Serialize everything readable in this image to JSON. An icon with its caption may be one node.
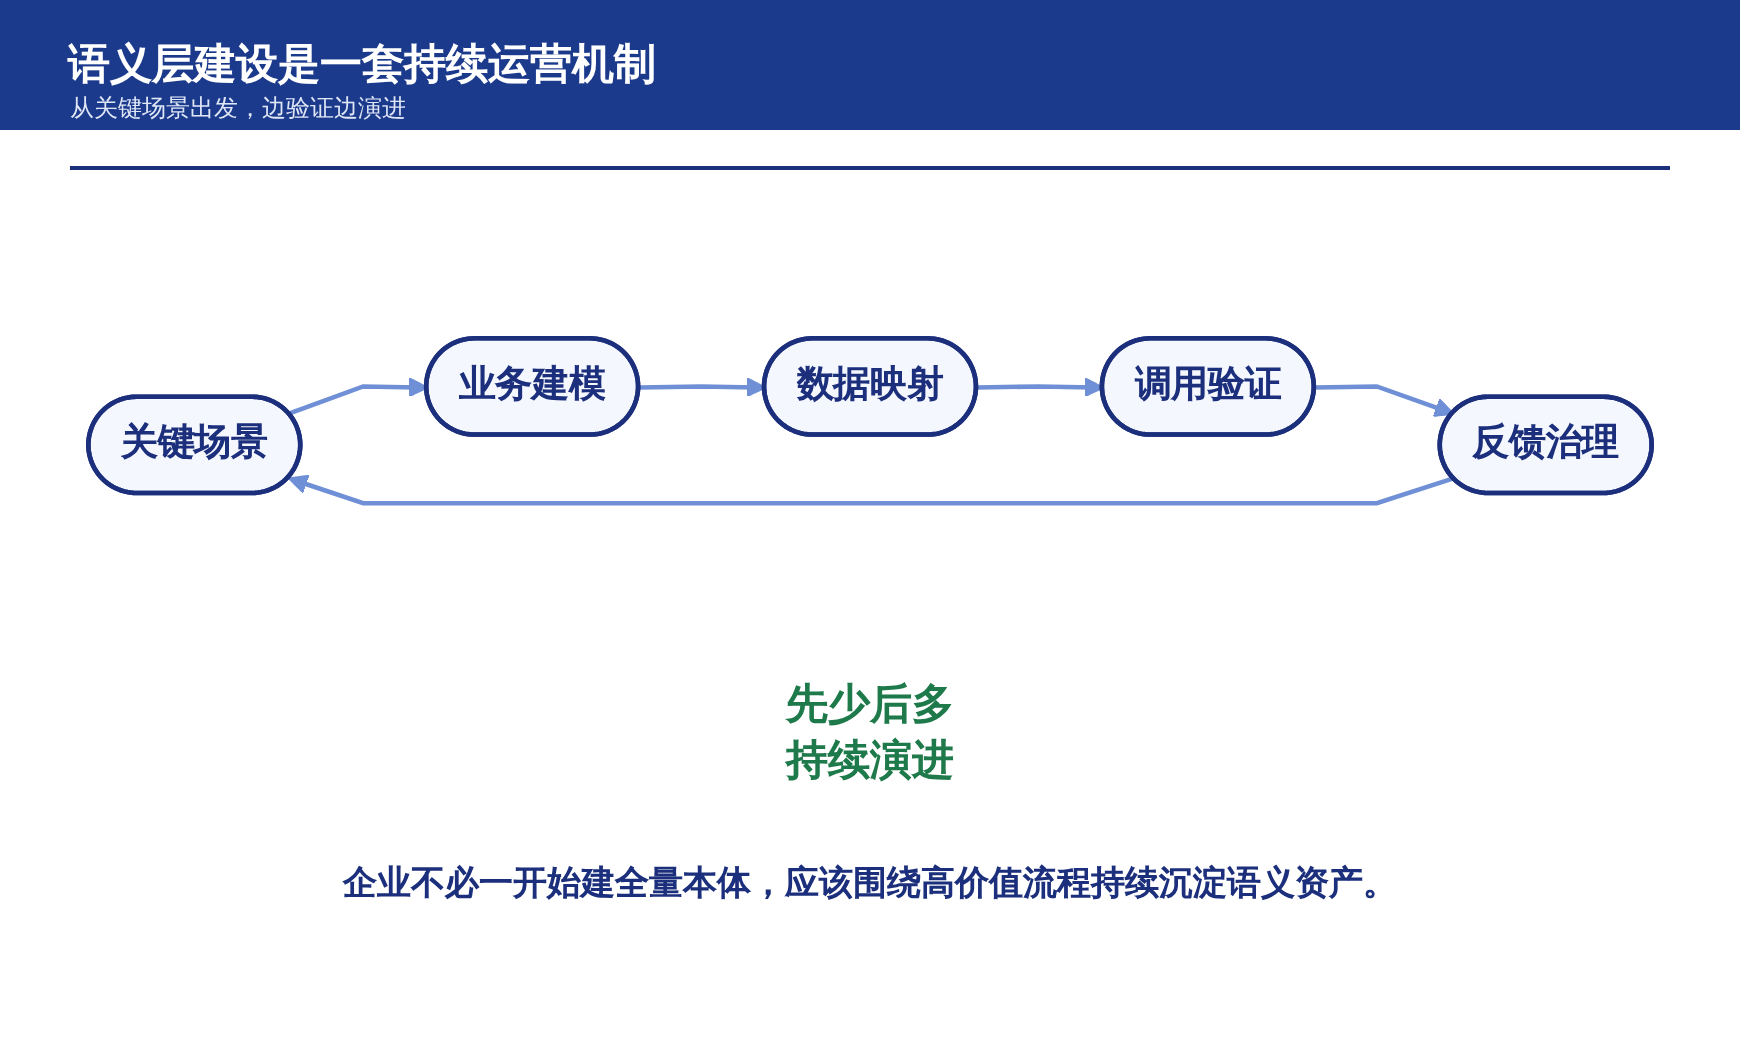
{
  "diagram": {
    "title": "语义层建设是一套持续运营机制",
    "caption": "企业不必一开始建全量本体，应该围绕高价值流程持续沉淀语义资产。",
    "nodes": [
      {
        "text": [
          "关键场景"
        ]
      },
      {
        "text": [
          "业务建模"
        ]
      },
      {
        "text": [
          "数据映射"
        ]
      },
      {
        "text": [
          "调用验证"
        ]
      },
      {
        "text": [
          "反馈治理"
        ]
      }
    ],
    "edges": [
      {
        "from": 0,
        "to": 1,
        "arrow": "to"
      },
      {
        "from": 1,
        "to": 2,
        "arrow": "to"
      },
      {
        "from": 2,
        "to": 3,
        "arrow": "to"
      },
      {
        "from": 3,
        "to": 4,
        "arrow": "to"
      },
      {
        "from": 4,
        "to": 0,
        "arrow": "to"
      }
    ],
    "labels": [
      "从关键场景出发，边验证边演进",
      "先少后多",
      "持续演进"
    ]
  }
}
